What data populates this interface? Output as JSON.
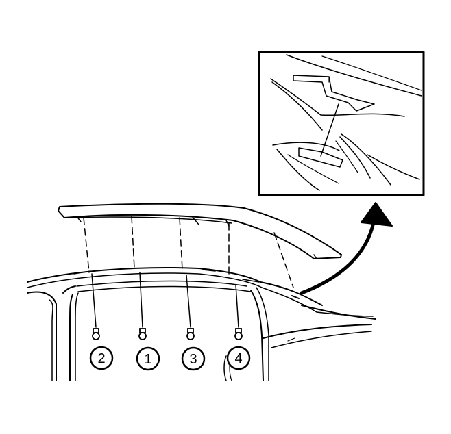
{
  "callouts": [
    {
      "id": "2",
      "label": "2"
    },
    {
      "id": "1",
      "label": "1"
    },
    {
      "id": "3",
      "label": "3"
    },
    {
      "id": "4",
      "label": "4"
    }
  ],
  "colors": {
    "ink": "#000000",
    "paper": "#ffffff"
  },
  "icons": [
    "fastener-bolt-icon",
    "curved-arrow-icon"
  ]
}
